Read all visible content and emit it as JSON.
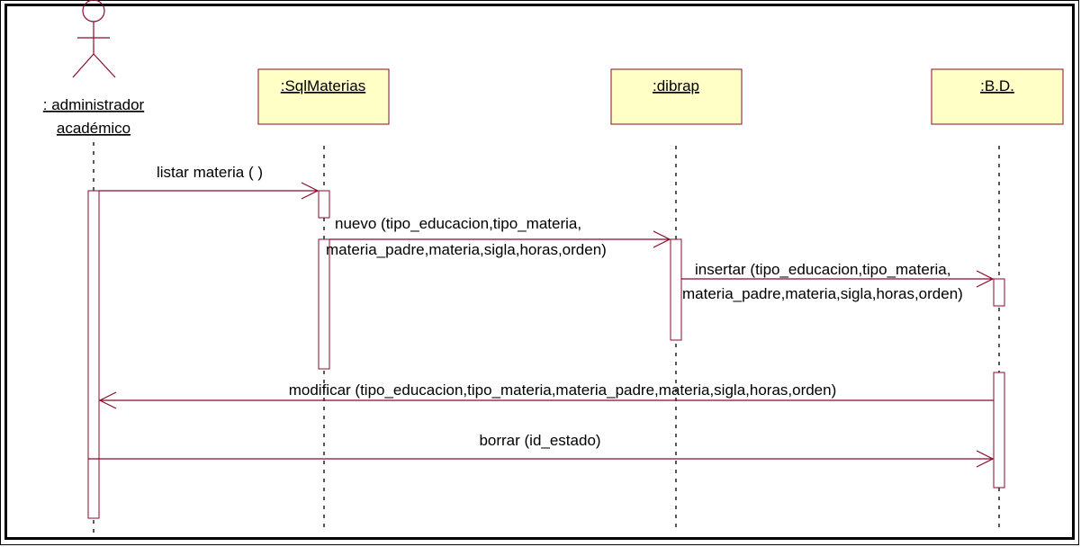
{
  "actor": {
    "name_line1": ": administrador",
    "name_line2": "académico",
    "icon": "stick-figure-actor"
  },
  "objects": [
    {
      "label": ":SqlMaterias"
    },
    {
      "label": ":dibrap"
    },
    {
      "label": ":B.D."
    }
  ],
  "messages": [
    {
      "from": "administrador",
      "to": "SqlMaterias",
      "lines": [
        "listar materia ( )"
      ]
    },
    {
      "from": "SqlMaterias",
      "to": "dibrap",
      "lines": [
        "nuevo (tipo_educacion,tipo_materia,",
        "materia_padre,materia,sigla,horas,orden)"
      ]
    },
    {
      "from": "dibrap",
      "to": "B.D.",
      "lines": [
        "insertar (tipo_educacion,tipo_materia,",
        "materia_padre,materia,sigla,horas,orden)"
      ]
    },
    {
      "from": "B.D.",
      "to": "administrador",
      "lines": [
        "modificar (tipo_educacion,tipo_materia,materia_padre,materia,sigla,horas,orden)"
      ]
    },
    {
      "from": "administrador",
      "to": "B.D.",
      "lines": [
        "borrar (id_estado)"
      ]
    }
  ],
  "colors": {
    "object_fill": "#ffffc6",
    "line": "#8b0a2a",
    "lifeline": "#000000"
  }
}
